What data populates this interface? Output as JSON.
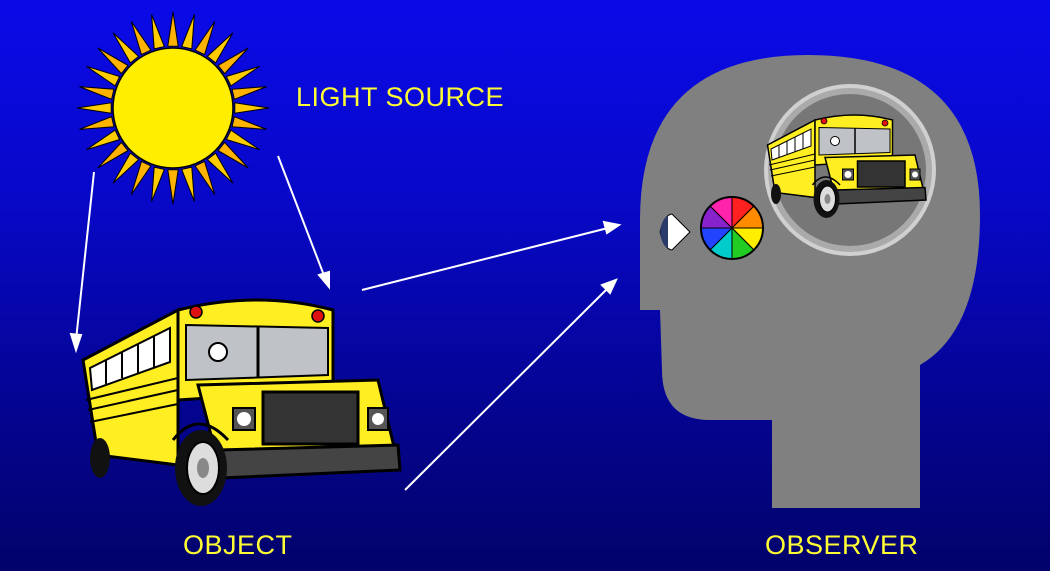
{
  "labels": {
    "light_source": "LIGHT SOURCE",
    "object": "OBJECT",
    "observer": "OBSERVER"
  },
  "colors": {
    "label_text": "#ffff33",
    "sun_core": "#ffee00",
    "sun_ray_outer": "#ffcc00",
    "sun_ray_inner": "#ffb300",
    "bus_body": "#ffee22",
    "head": "#808080",
    "arrow": "#ffffff"
  },
  "icons": {
    "sun": "sun-icon",
    "bus": "school-bus-icon",
    "eye": "eye-icon",
    "color_wheel": "color-wheel-icon"
  },
  "color_wheel": [
    "#ff2020",
    "#ff8c00",
    "#ffee00",
    "#22cc22",
    "#00cccc",
    "#2244ff",
    "#8822cc",
    "#ff22aa"
  ]
}
